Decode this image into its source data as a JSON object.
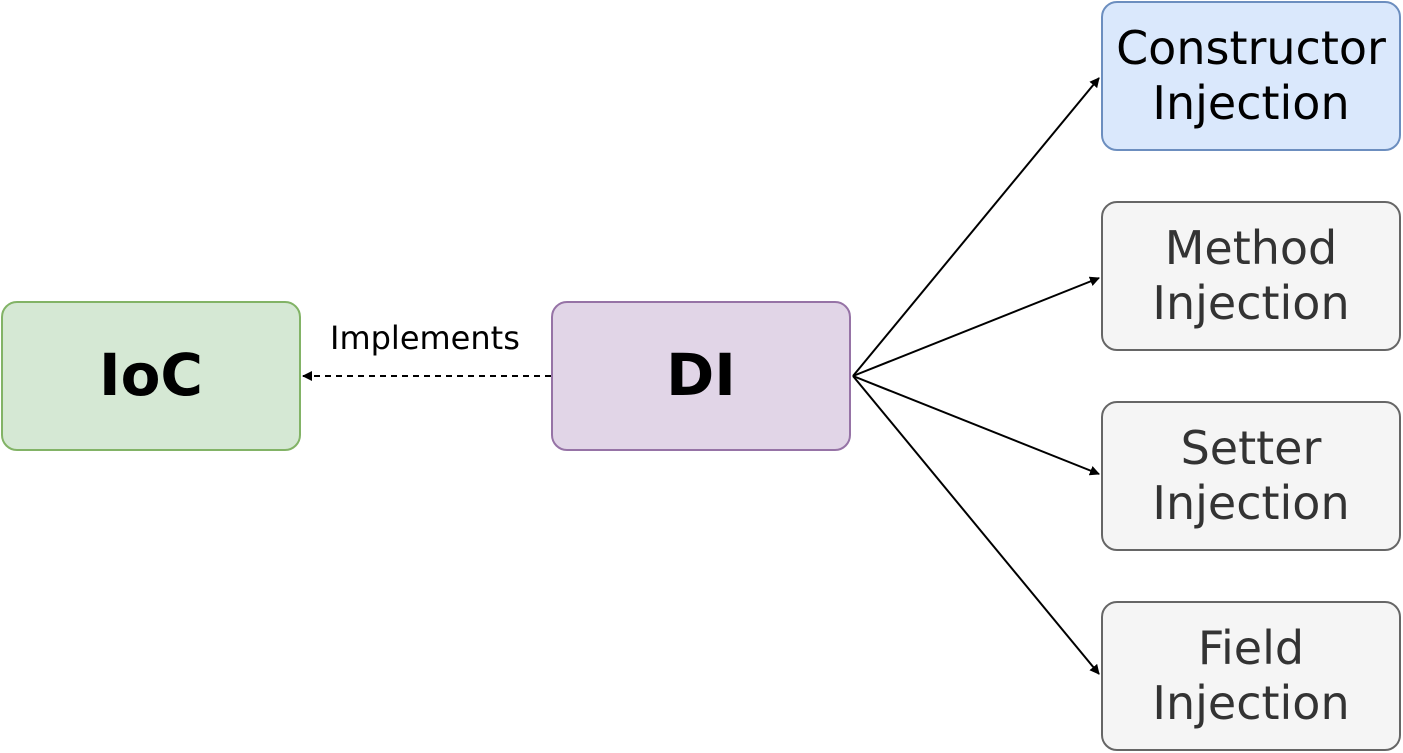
{
  "nodes": {
    "ioc": {
      "label": "IoC",
      "fill": "#d5e8d4",
      "stroke": "#82b366"
    },
    "di": {
      "label": "DI",
      "fill": "#e1d5e7",
      "stroke": "#9673a6"
    },
    "constructor": {
      "line1": "Constructor",
      "line2": "Injection",
      "fill": "#dae8fc",
      "stroke": "#6c8ebf",
      "text_color": "#000000"
    },
    "method": {
      "line1": "Method",
      "line2": "Injection",
      "fill": "#f5f5f5",
      "stroke": "#666666",
      "text_color": "#333333"
    },
    "setter": {
      "line1": "Setter",
      "line2": "Injection",
      "fill": "#f5f5f5",
      "stroke": "#666666",
      "text_color": "#333333"
    },
    "field": {
      "line1": "Field",
      "line2": "Injection",
      "fill": "#f5f5f5",
      "stroke": "#666666",
      "text_color": "#333333"
    }
  },
  "edges": {
    "implements_label": "Implements"
  }
}
